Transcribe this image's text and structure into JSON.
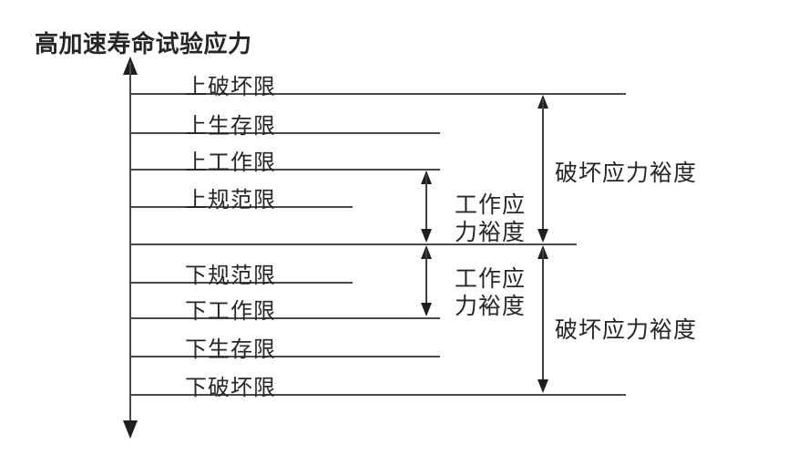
{
  "title": "高加速寿命试验应力",
  "levels": [
    {
      "id": "upper-destruct",
      "label": "上破坏限"
    },
    {
      "id": "upper-survival",
      "label": "上生存限"
    },
    {
      "id": "upper-operating",
      "label": "上工作限"
    },
    {
      "id": "upper-spec",
      "label": "上规范限"
    },
    {
      "id": "lower-spec",
      "label": "下规范限"
    },
    {
      "id": "lower-operating",
      "label": "下工作限"
    },
    {
      "id": "lower-survival",
      "label": "下生存限"
    },
    {
      "id": "lower-destruct",
      "label": "下破坏限"
    }
  ],
  "margins": {
    "upper_destruct": "破坏应力裕度",
    "upper_operating": "工作应力裕度",
    "lower_operating": "工作应力裕度",
    "lower_destruct": "破坏应力裕度"
  },
  "colors": {
    "line": "#4a4a4a",
    "text": "#262626",
    "background": "#ffffff"
  }
}
